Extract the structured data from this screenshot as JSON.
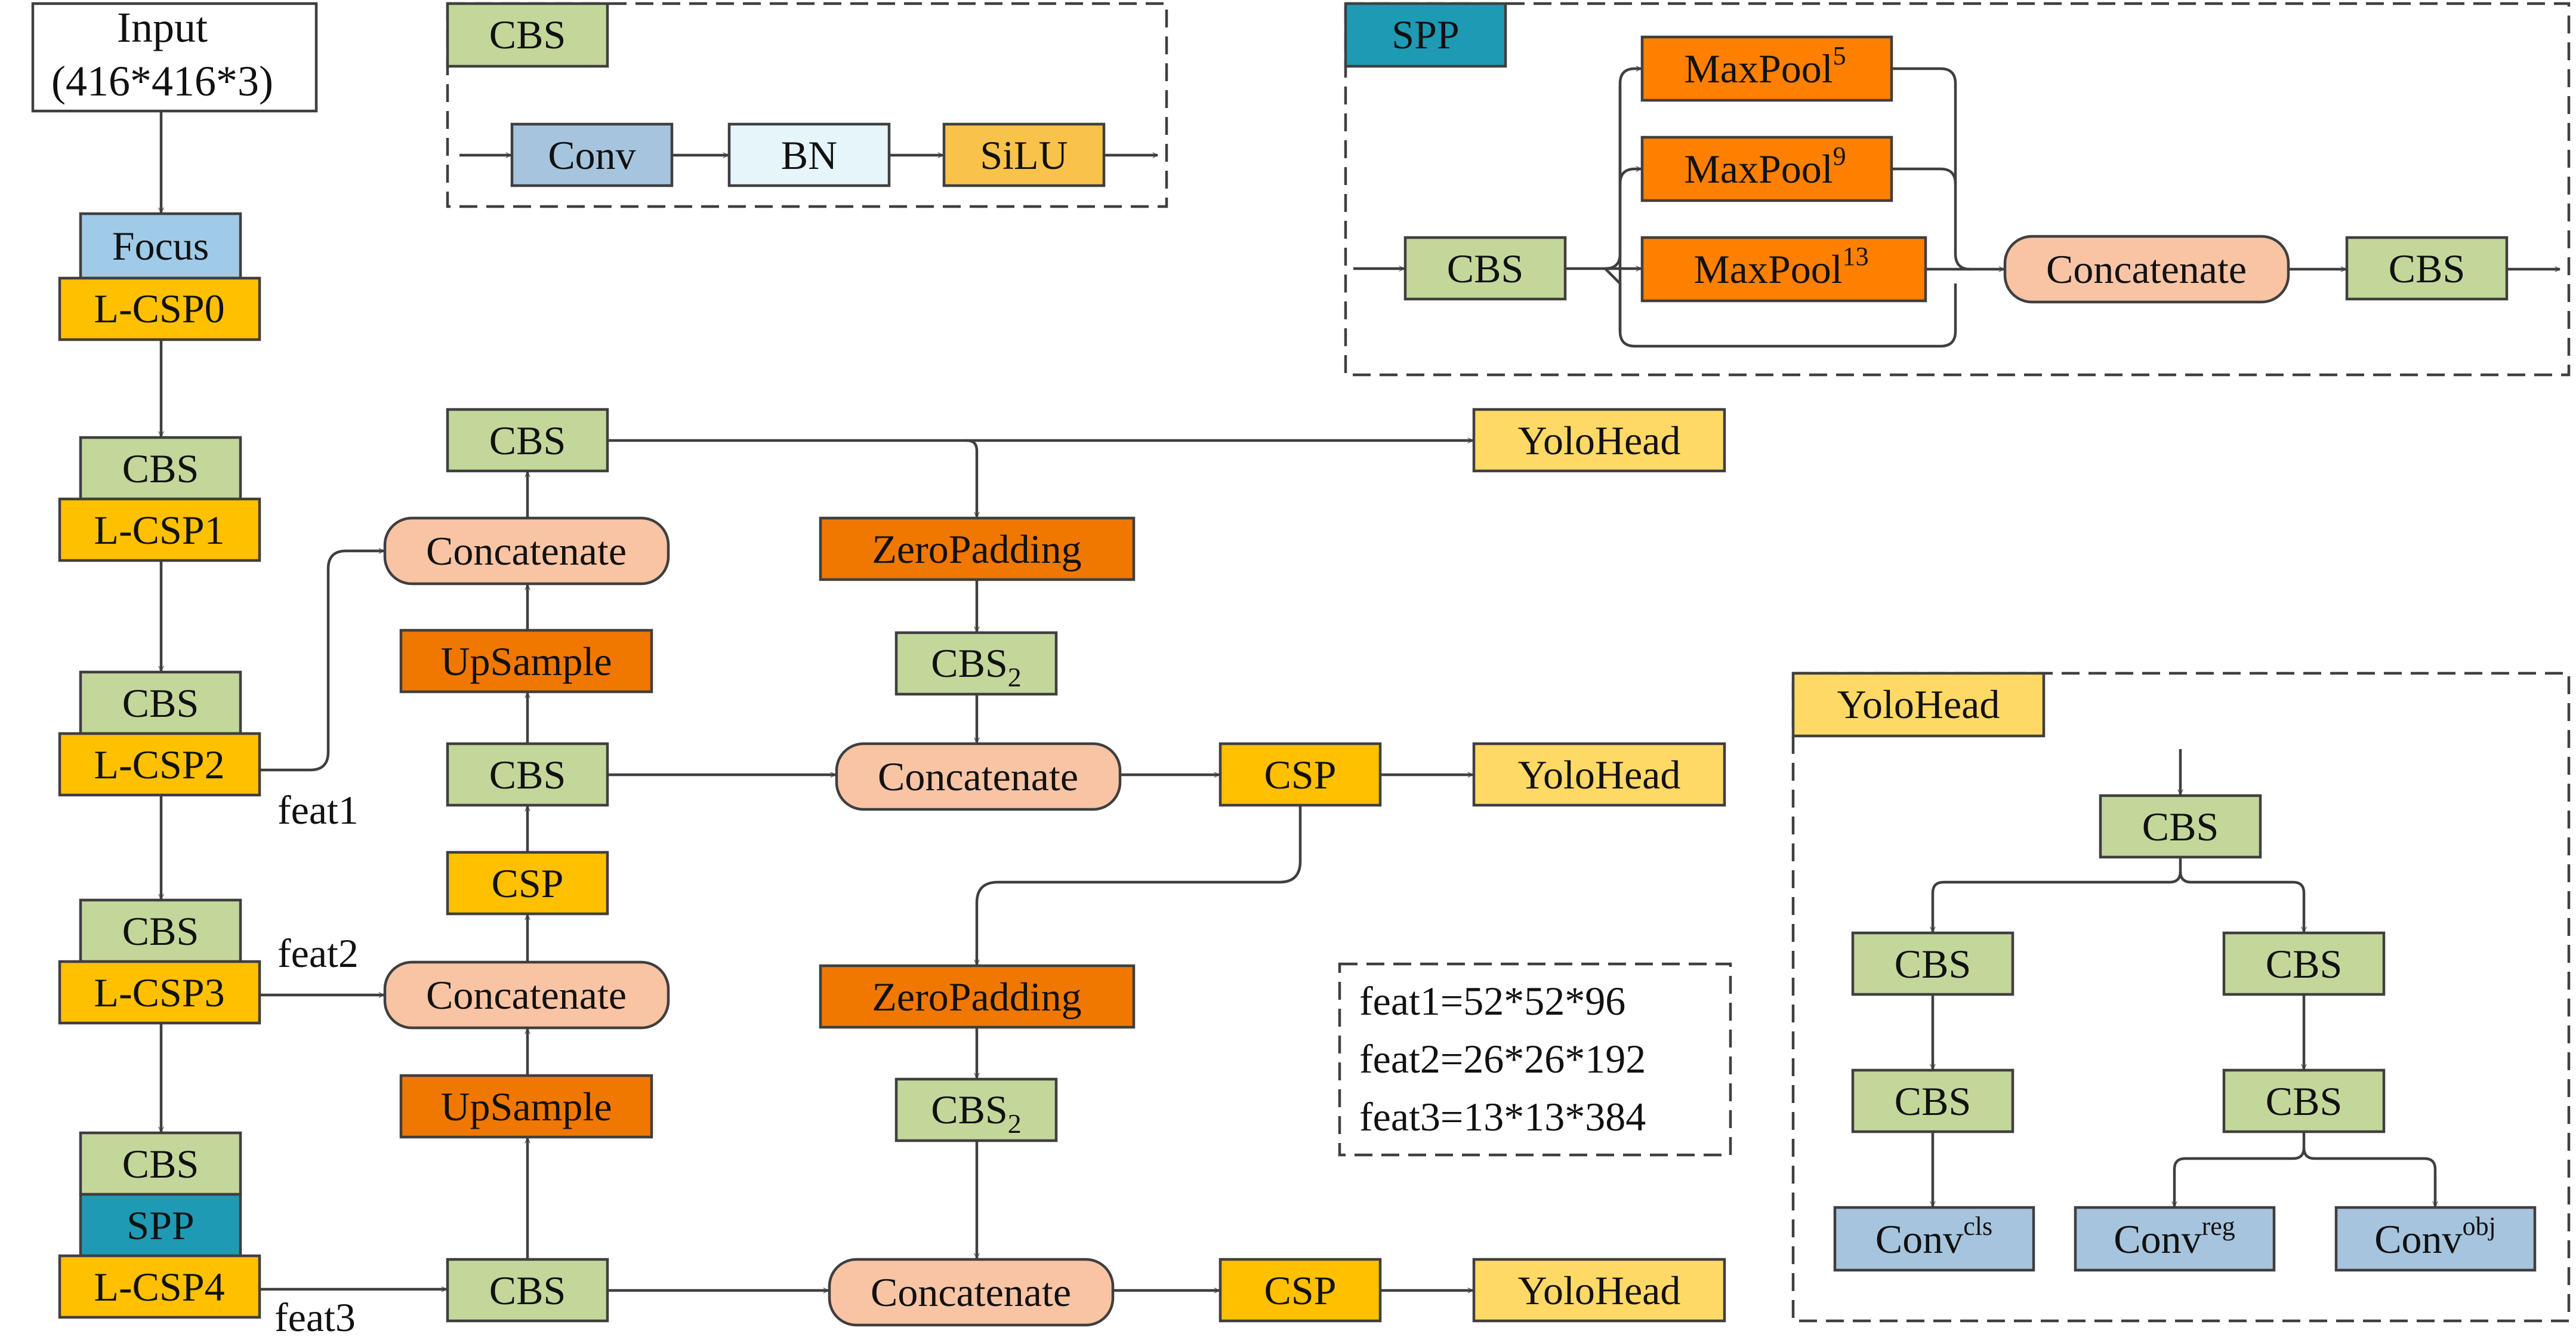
{
  "colors": {
    "cbs": "#c4d79b",
    "focus": "#9fcbe8",
    "lcsp": "#ffc000",
    "spp": "#1f9ab5",
    "maxpool": "#ff8000",
    "upsample": "#f07800",
    "concat": "#f8c4a4",
    "yolohead": "#ffd966",
    "conv": "#a6c4dd",
    "bn": "#e5f5fa",
    "silu": "#f9c24a",
    "white": "#ffffff"
  },
  "icons": [
    "right-arrow-icon",
    "down-arrow-icon",
    "up-arrow-icon"
  ],
  "texts": {
    "input_line1": "Input",
    "input_line2": "(416*416*3)",
    "focus": "Focus",
    "lcsp0": "L-CSP0",
    "cbs": "CBS",
    "lcsp1": "L-CSP1",
    "lcsp2": "L-CSP2",
    "lcsp3": "L-CSP3",
    "spp": "SPP",
    "lcsp4": "L-CSP4",
    "feat1": "feat1",
    "feat2": "feat2",
    "feat3": "feat3",
    "concatenate": "Concatenate",
    "upsample": "UpSample",
    "csp": "CSP",
    "zeropadding": "ZeroPadding",
    "cbs2_base": "CBS",
    "cbs2_sub": "2",
    "yolohead": "YoloHead",
    "conv": "Conv",
    "bn": "BN",
    "silu": "SiLU",
    "maxpool": "MaxPool",
    "maxpool_5": "5",
    "maxpool_9": "9",
    "maxpool_13": "13",
    "conv_cls": "cls",
    "conv_reg": "reg",
    "conv_obj": "obj",
    "legend_feat1": "feat1=52*52*96",
    "legend_feat2": "feat2=26*26*192",
    "legend_feat3": "feat3=13*13*384"
  }
}
